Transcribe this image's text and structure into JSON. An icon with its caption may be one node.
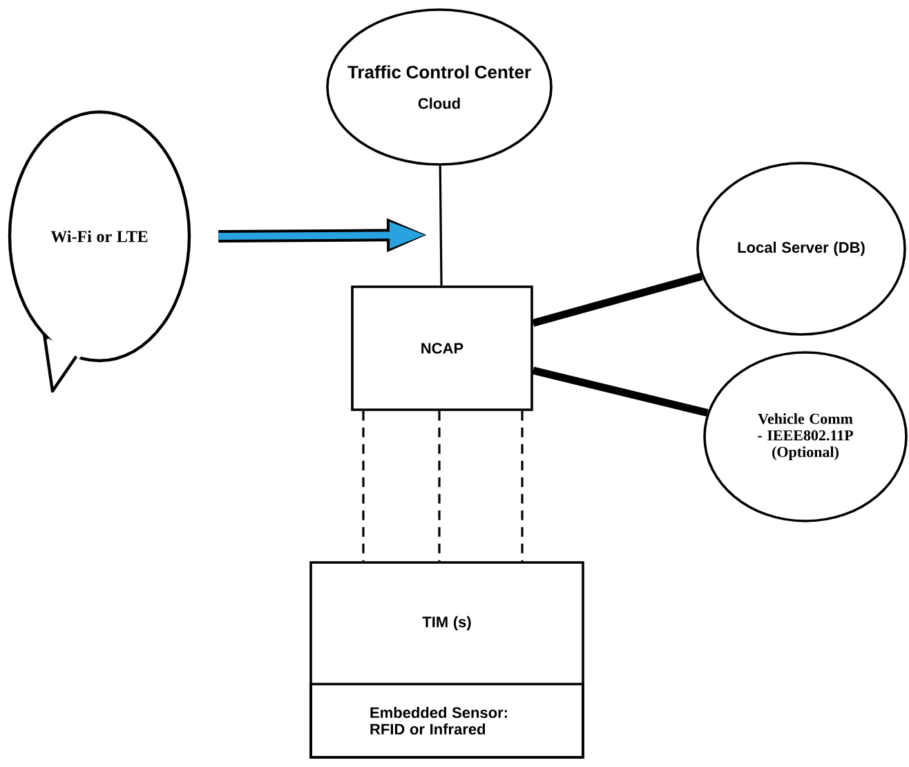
{
  "diagram": {
    "nodes": [
      {
        "text": [
          "Traffic Control Center",
          "Cloud"
        ]
      },
      {
        "text": [
          "Wi-Fi or LTE"
        ]
      },
      {
        "text": [
          "NCAP"
        ]
      },
      {
        "text": [
          "Local Server (DB)"
        ]
      },
      {
        "text": [
          "Vehicle Comm - IEEE802.11P (Optional)"
        ]
      },
      {
        "text": [
          "TIM (s)"
        ]
      },
      {
        "text": [
          "Embedded Sensor: RFID or Infrared"
        ],
        "in": 5
      }
    ],
    "edges": [
      {
        "from": 0,
        "to": 2,
        "arrow": "none"
      },
      {
        "from": 1,
        "to": null,
        "arrow": "to",
        "style": "thick",
        "color": "#29a3e0"
      },
      {
        "from": 2,
        "to": 3,
        "arrow": "none",
        "style": "thick"
      },
      {
        "from": 2,
        "to": 4,
        "arrow": "none",
        "style": "thick"
      },
      {
        "from": 2,
        "to": 5,
        "arrow": "none",
        "style": "dashed"
      },
      {
        "from": 2,
        "to": 5,
        "arrow": "none",
        "style": "dashed"
      },
      {
        "from": 2,
        "to": 5,
        "arrow": "none",
        "style": "dashed"
      }
    ]
  }
}
